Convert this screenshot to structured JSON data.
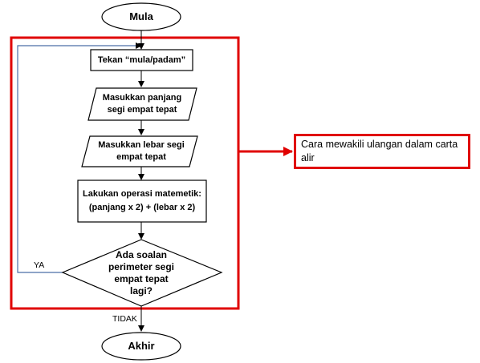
{
  "flowchart": {
    "start": "Mula",
    "end": "Akhir",
    "step1": "Tekan “mula/padam”",
    "input1_line1": "Masukkan panjang",
    "input1_line2": "segi empat tepat",
    "input2_line1": "Masukkan lebar segi",
    "input2_line2": "empat tepat",
    "process_line1": "Lakukan operasi matemetik:",
    "process_line2": "(panjang x 2) + (lebar x 2)",
    "decision_line1": "Ada soalan",
    "decision_line2": "perimeter segi",
    "decision_line3": "empat tepat",
    "decision_line4": "lagi?",
    "yes_label": "YA",
    "no_label": "TIDAK"
  },
  "annotation": {
    "line1": "Cara mewakili ulangan dalam carta",
    "line2": "alir"
  },
  "colors": {
    "highlight": "#e00000",
    "stroke": "#000000",
    "loop_line": "#4a6ea8"
  }
}
